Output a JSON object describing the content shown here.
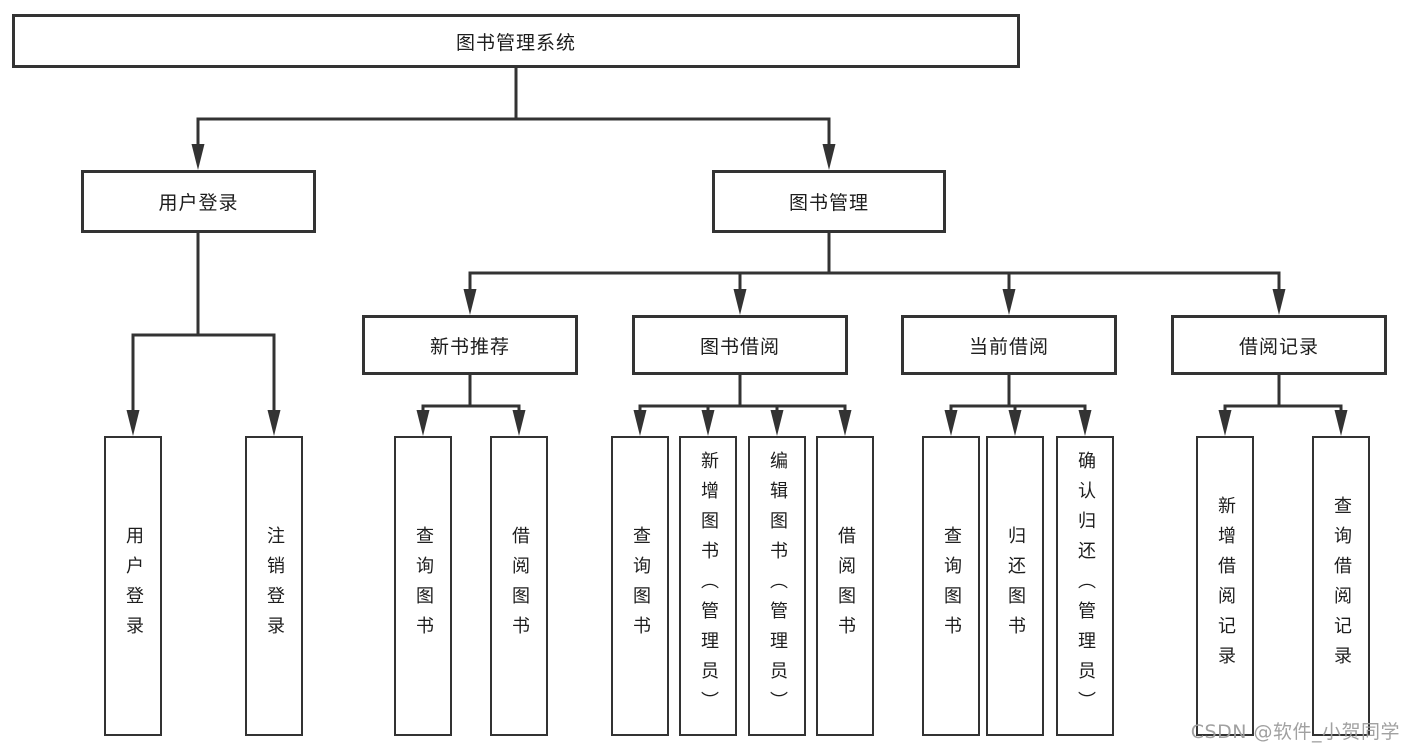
{
  "colors": {
    "line": "#333333",
    "border": "#333333",
    "text": "#1d1d1d",
    "background": "#ffffff",
    "watermark": "#9c9c9c"
  },
  "nodes": {
    "root": {
      "label": "图书管理系统"
    },
    "user_login": {
      "label": "用户登录"
    },
    "book_management": {
      "label": "图书管理"
    },
    "new_book_recommend": {
      "label": "新书推荐"
    },
    "book_borrow": {
      "label": "图书借阅"
    },
    "current_borrow": {
      "label": "当前借阅"
    },
    "borrow_record": {
      "label": "借阅记录"
    },
    "leaves": [
      {
        "label": "用户登录"
      },
      {
        "label": "注销登录"
      },
      {
        "label": "查询图书"
      },
      {
        "label": "借阅图书"
      },
      {
        "label": "查询图书"
      },
      {
        "label": "新增图书（管理员）"
      },
      {
        "label": "编辑图书（管理员）"
      },
      {
        "label": "借阅图书"
      },
      {
        "label": "查询图书"
      },
      {
        "label": "归还图书"
      },
      {
        "label": "确认归还（管理员）"
      },
      {
        "label": "新增借阅记录"
      },
      {
        "label": "查询借阅记录"
      }
    ]
  },
  "watermark": {
    "text": "CSDN @软件_小贺同学"
  }
}
